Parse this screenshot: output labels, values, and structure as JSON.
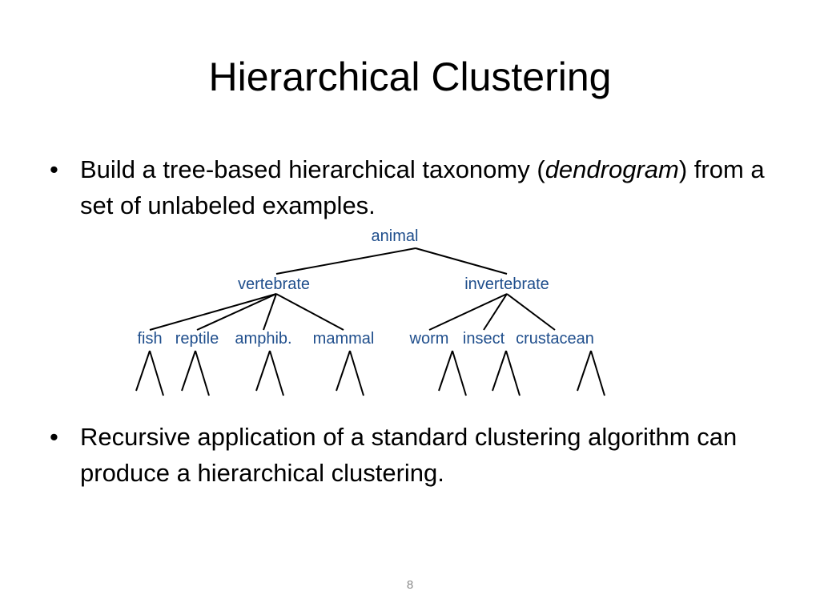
{
  "slide": {
    "title": "Hierarchical Clustering",
    "page_number": "8"
  },
  "bullets": [
    {
      "marker": "•",
      "text_before": "Build a tree-based hierarchical taxonomy (",
      "emphasis": "dendrogram",
      "text_after": ") from a set of unlabeled examples."
    },
    {
      "marker": "•",
      "text": "Recursive application of a standard clustering algorithm can produce a hierarchical clustering."
    }
  ],
  "dendrogram": {
    "label_color": "#1f4e8c",
    "line_color": "#000000",
    "root": {
      "label": "animal"
    },
    "groups": [
      {
        "label": "vertebrate",
        "children": [
          "fish",
          "reptile",
          "amphib.",
          "mammal"
        ]
      },
      {
        "label": "invertebrate",
        "children": [
          "worm",
          "insect",
          "crustacean"
        ]
      }
    ]
  }
}
